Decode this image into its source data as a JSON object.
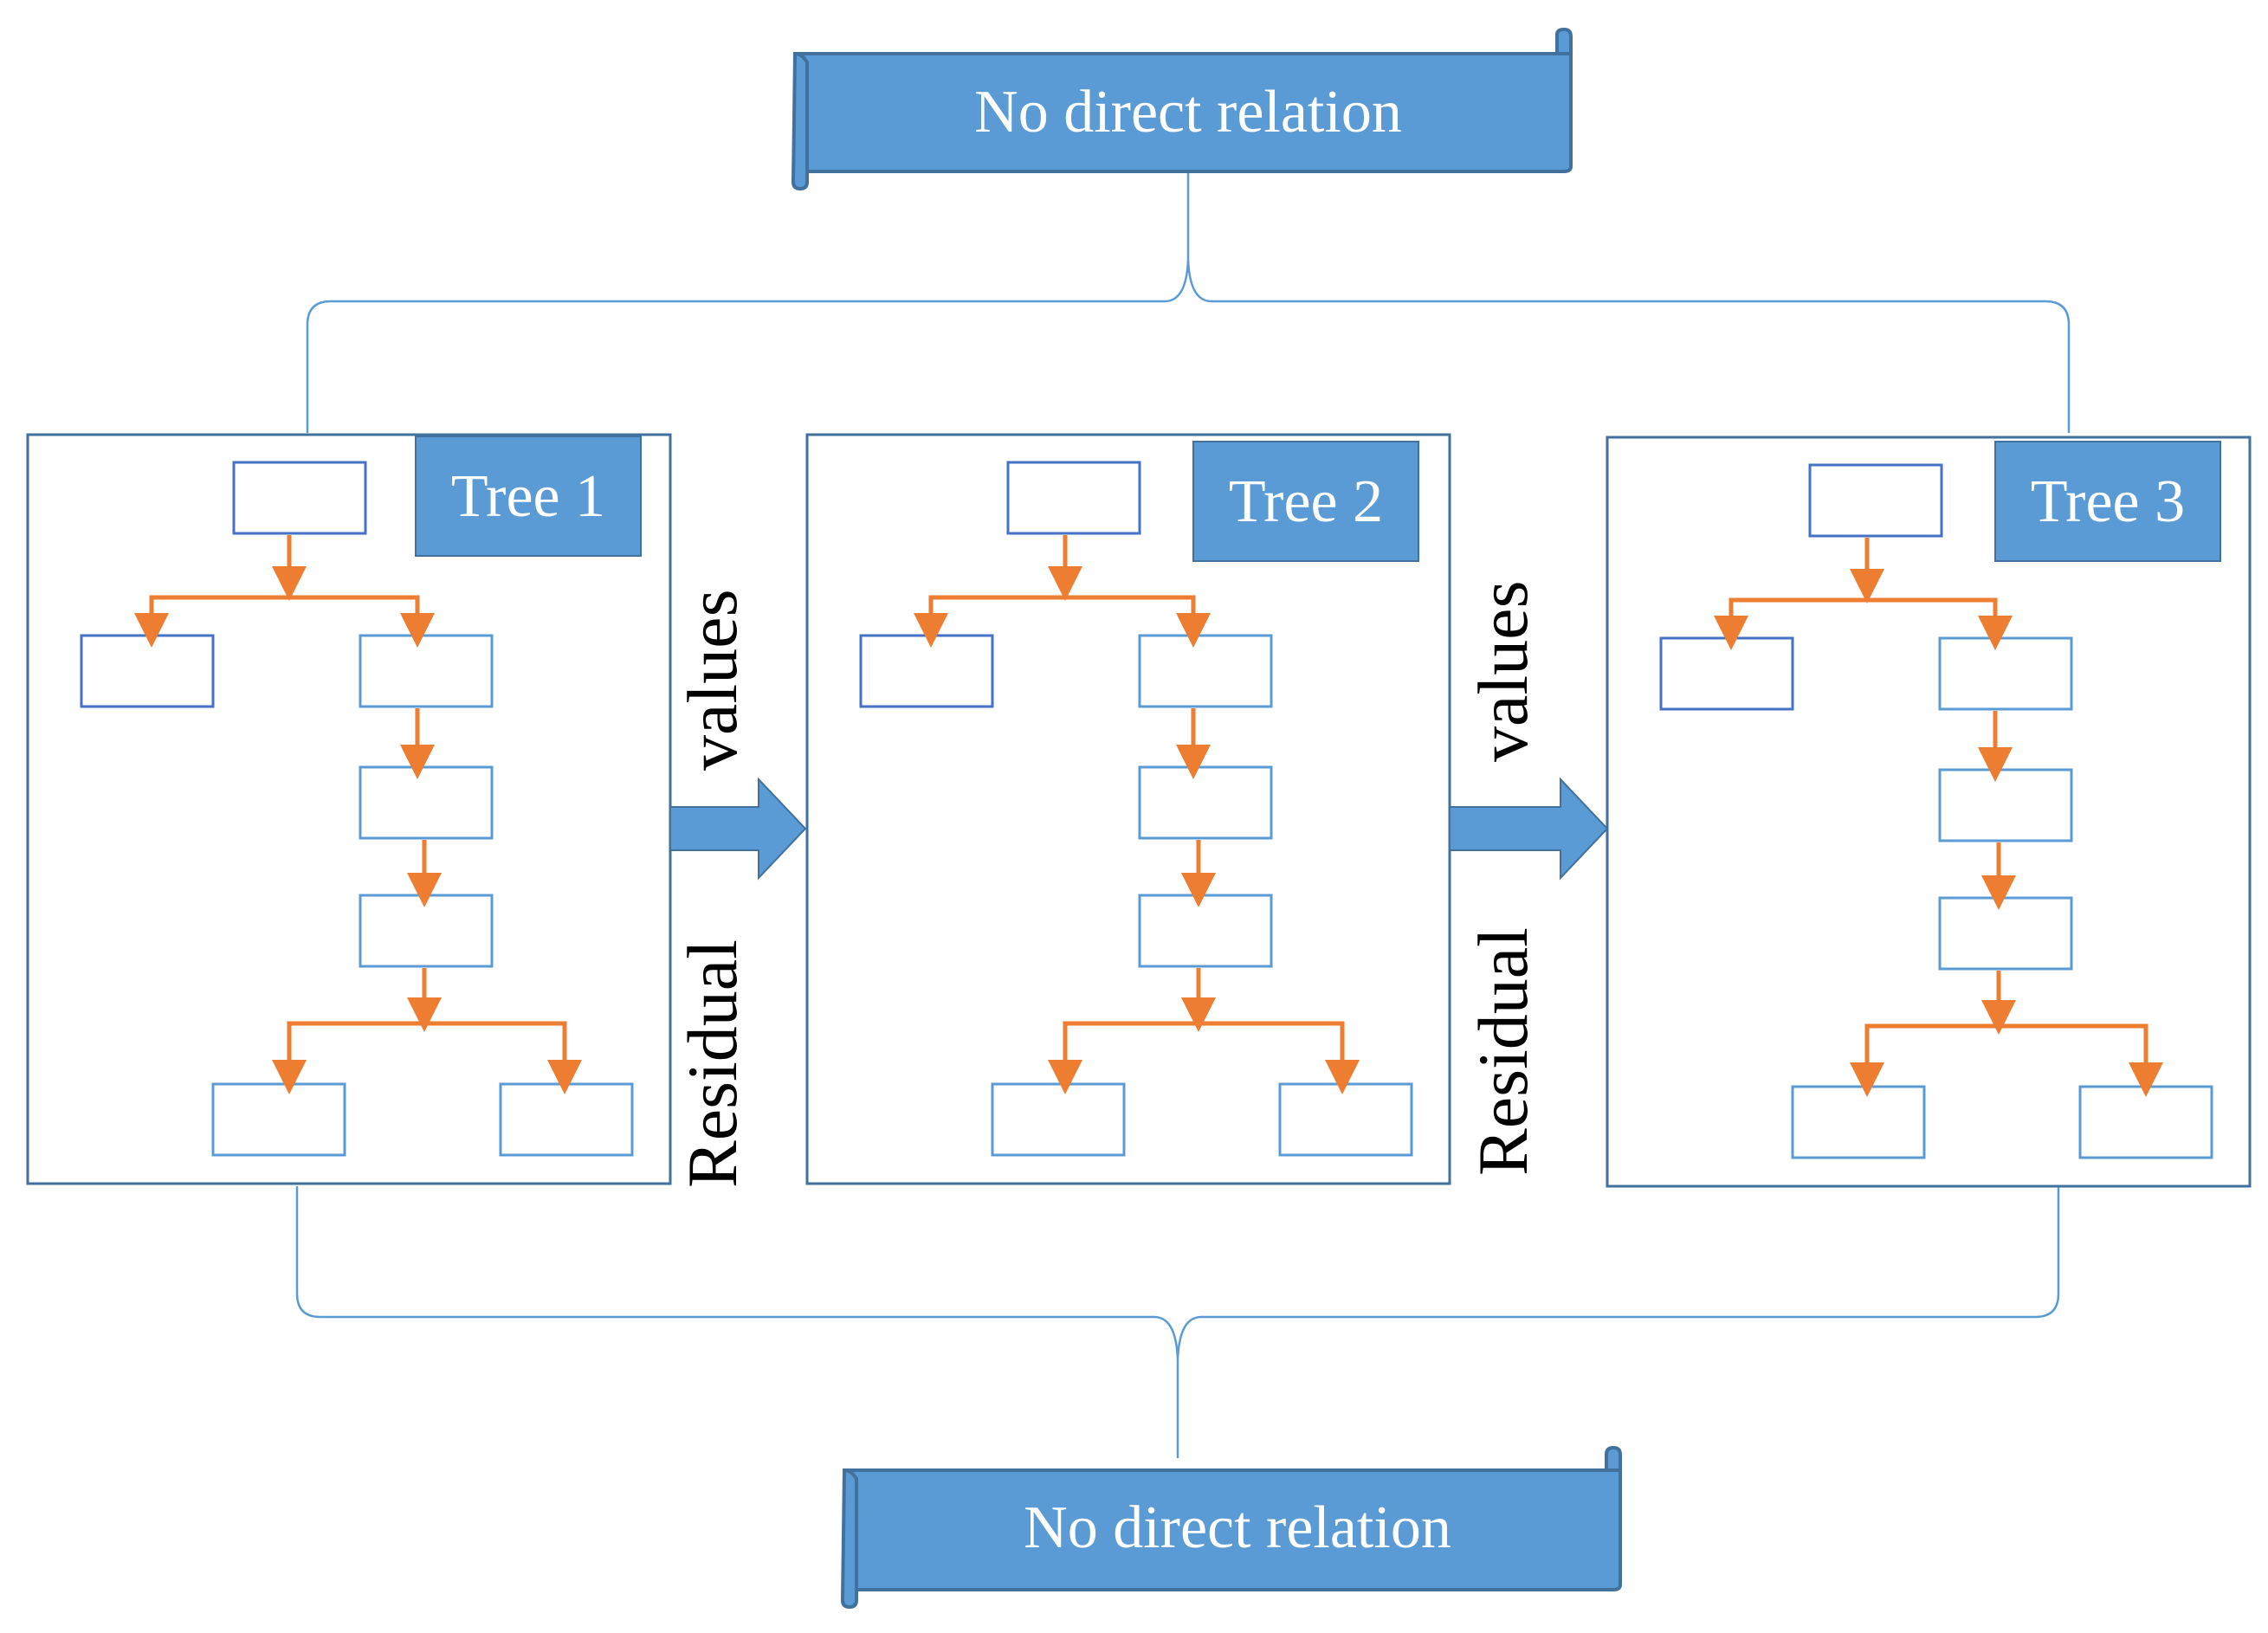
{
  "banners": {
    "top": "No direct relation",
    "bottom": "No direct relation"
  },
  "trees": [
    {
      "title": "Tree 1"
    },
    {
      "title": "Tree 2"
    },
    {
      "title": "Tree 3"
    }
  ],
  "connectors": [
    {
      "label_values": "values",
      "label_residual": "Residual"
    },
    {
      "label_values": "values",
      "label_residual": "Residual"
    }
  ],
  "colors": {
    "blue_fill": "#5B9BD5",
    "blue_dark": "#41719C",
    "box_outline": "#4472C4",
    "box_outline_light": "#5B9BD5",
    "arrow_orange": "#ED7D31",
    "brace_line": "#5B9BD5"
  }
}
